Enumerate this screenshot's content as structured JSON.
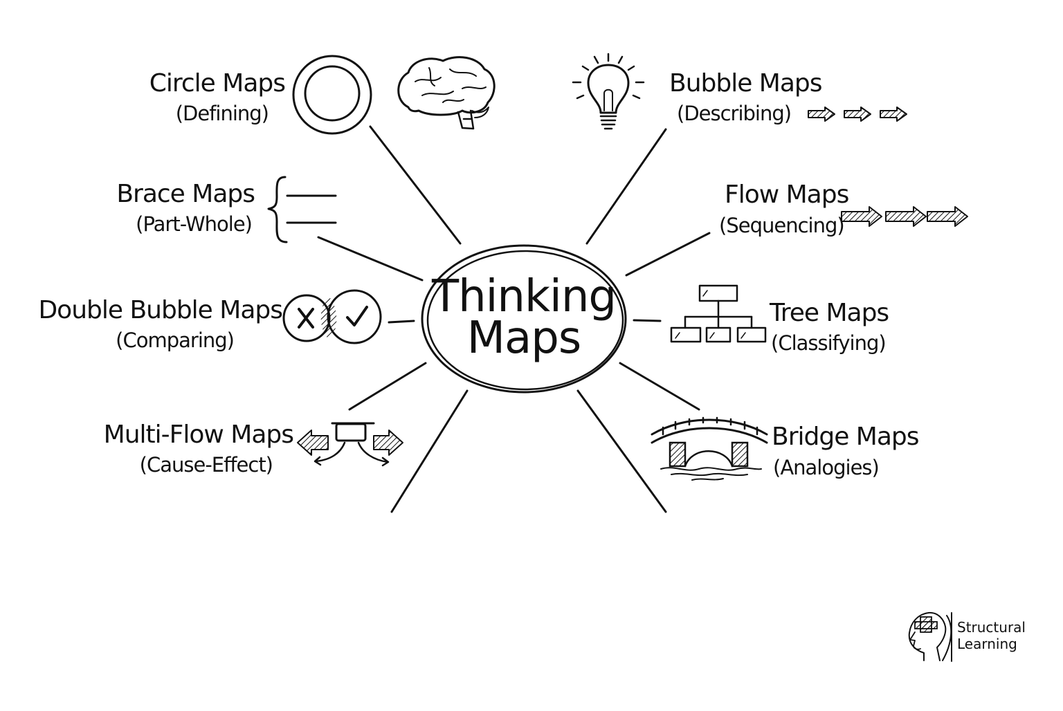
{
  "center": {
    "line1": "Thinking",
    "line2": "Maps"
  },
  "maps": {
    "circle": {
      "title": "Circle Maps",
      "sub": "(Defining)"
    },
    "brace": {
      "title": "Brace Maps",
      "sub": "(Part-Whole)"
    },
    "double_bubble": {
      "title": "Double Bubble Maps",
      "sub": "(Comparing)"
    },
    "multi_flow": {
      "title": "Multi-Flow Maps",
      "sub": "(Cause-Effect)"
    },
    "bubble": {
      "title": "Bubble Maps",
      "sub": "(Describing)"
    },
    "flow": {
      "title": "Flow Maps",
      "sub": "(Sequencing)"
    },
    "tree": {
      "title": "Tree Maps",
      "sub": "(Classifying)"
    },
    "bridge": {
      "title": "Bridge Maps",
      "sub": "(Analogies)"
    }
  },
  "icons": {
    "circle": "double-circle-icon",
    "brain": "brain-icon",
    "brace": "brace-icon",
    "double_bubble": "venn-x-check-icon",
    "multi_flow": "multi-flow-arrows-icon",
    "bubble": "lightbulb-icon",
    "flow": "sequence-arrows-icon",
    "tree": "tree-hierarchy-icon",
    "bridge": "bridge-icon",
    "logo": "structural-learning-head-icon"
  },
  "brand": {
    "line1": "Structural",
    "line2": "Learning"
  },
  "colors": {
    "ink": "#111111",
    "background": "#ffffff"
  }
}
